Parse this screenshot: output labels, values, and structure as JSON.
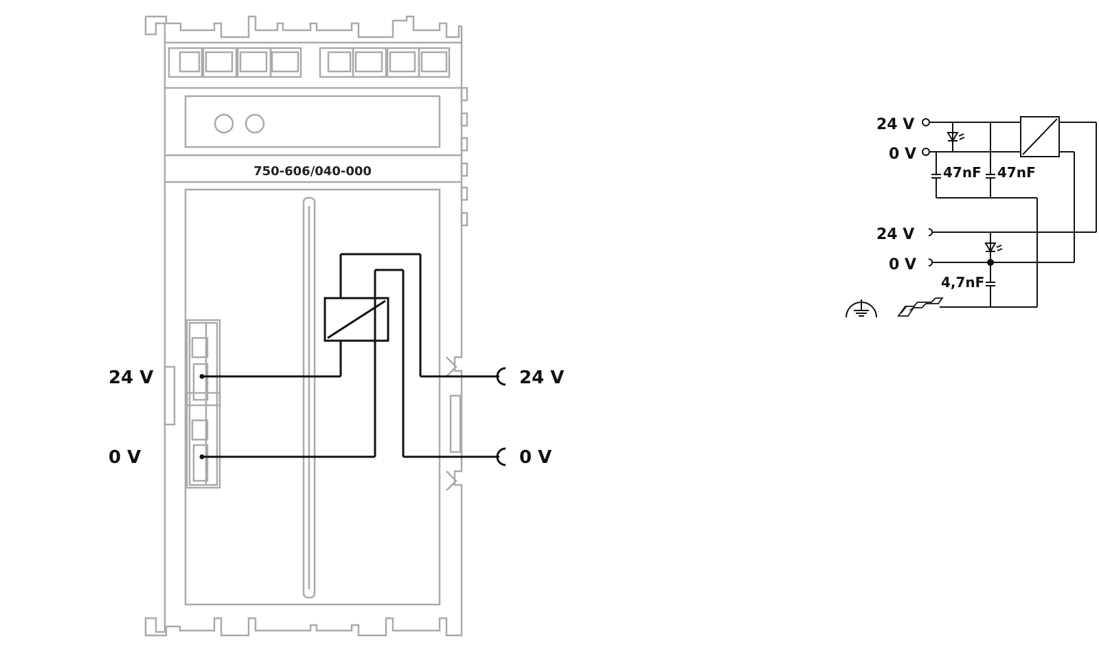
{
  "module": {
    "part_number": "750-606/040-000"
  },
  "left_diagram": {
    "input_top_label": "24 V",
    "input_bottom_label": "0 V",
    "output_top_label": "24 V",
    "output_bottom_label": "0 V"
  },
  "schematic": {
    "in_top_label": "24 V",
    "in_bottom_label": "0 V",
    "out_top_label": "24 V",
    "out_bottom_label": "0 V",
    "cap1_label": "47nF",
    "cap2_label": "47nF",
    "cap3_label": "4,7nF"
  },
  "colors": {
    "housing": "#aaaaaa",
    "wire": "#111111"
  }
}
